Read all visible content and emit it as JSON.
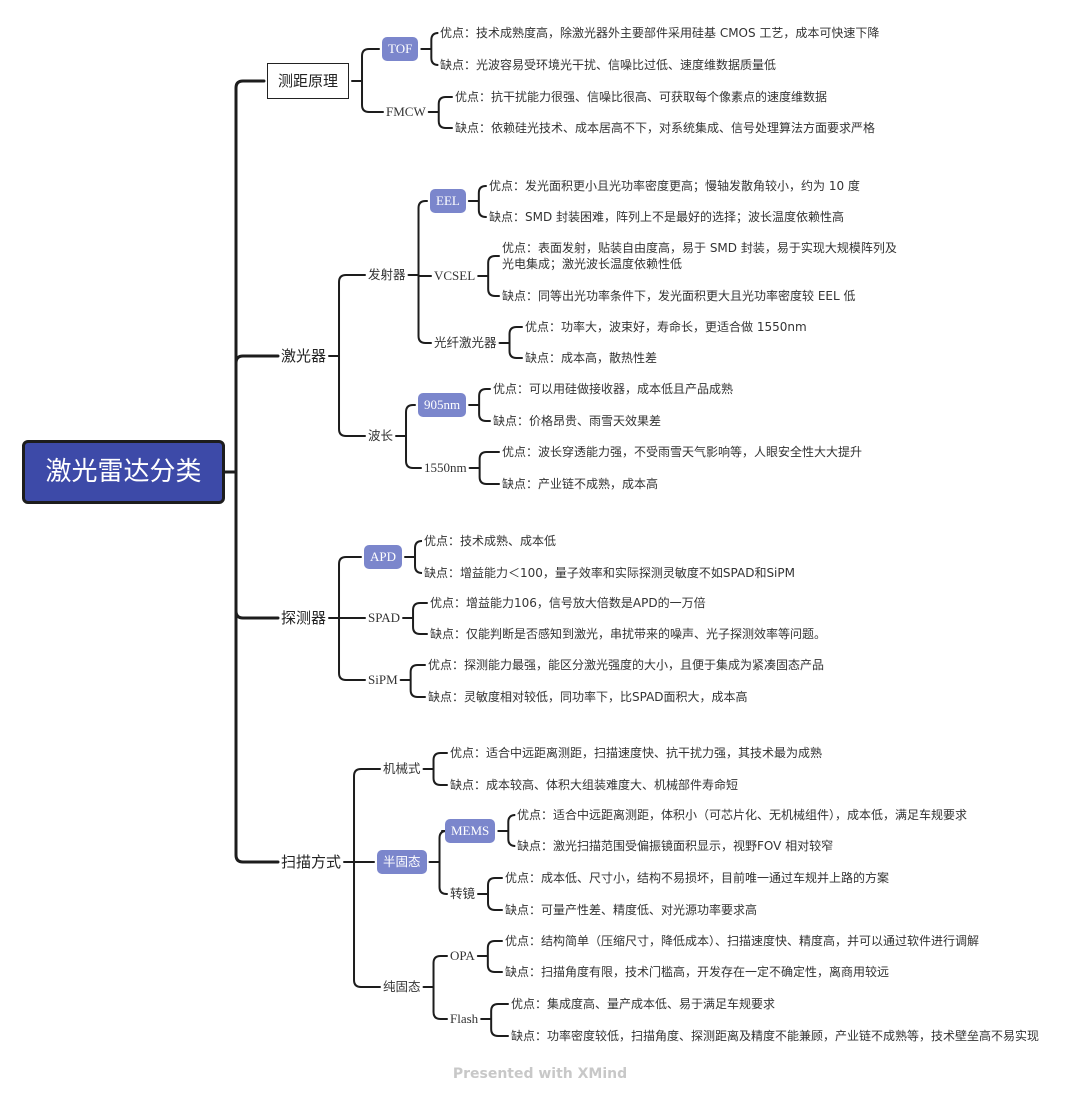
{
  "root": "激光雷达分类",
  "branches": [
    {
      "label": "测距原理",
      "children": [
        {
          "label": "TOF",
          "pro": "优点：技术成熟度高，除激光器外主要部件采用硅基 CMOS 工艺，成本可快速下降",
          "con": "缺点：光波容易受环境光干扰、信噪比过低、速度维数据质量低"
        },
        {
          "label": "FMCW",
          "pro": "优点：抗干扰能力很强、信噪比很高、可获取每个像素点的速度维数据",
          "con": "缺点：依赖硅光技术、成本居高不下，对系统集成、信号处理算法方面要求严格"
        }
      ]
    },
    {
      "label": "激光器",
      "children": [
        {
          "label": "发射器",
          "children": [
            {
              "label": "EEL",
              "pro": "优点：发光面积更小且光功率密度更高；慢轴发散角较小，约为 10 度",
              "con": "缺点：SMD 封装困难，阵列上不是最好的选择；波长温度依赖性高"
            },
            {
              "label": "VCSEL",
              "pro": "优点：表面发射，贴装自由度高，易于 SMD 封装，易于实现大规模阵列及光电集成；激光波长温度依赖性低",
              "con": "缺点：同等出光功率条件下，发光面积更大且光功率密度较 EEL 低"
            },
            {
              "label": "光纤激光器",
              "pro": "优点：功率大，波束好，寿命长，更适合做 1550nm",
              "con": "缺点：成本高，散热性差"
            }
          ]
        },
        {
          "label": "波长",
          "children": [
            {
              "label": "905nm",
              "pro": "优点：可以用硅做接收器，成本低且产品成熟",
              "con": "缺点：价格昂贵、雨雪天效果差"
            },
            {
              "label": "1550nm",
              "pro": "优点：波长穿透能力强，不受雨雪天气影响等，人眼安全性大大提升",
              "con": "缺点：产业链不成熟，成本高"
            }
          ]
        }
      ]
    },
    {
      "label": "探测器",
      "children": [
        {
          "label": "APD",
          "pro": "优点：技术成熟、成本低",
          "con": "缺点：增益能力＜100，量子效率和实际探测灵敏度不如SPAD和SiPM"
        },
        {
          "label": "SPAD",
          "pro": "优点：增益能力106，信号放大倍数是APD的一万倍",
          "con": "缺点：仅能判断是否感知到激光，串扰带来的噪声、光子探测效率等问题。"
        },
        {
          "label": "SiPM",
          "pro": "优点：探测能力最强，能区分激光强度的大小，且便于集成为紧凑固态产品",
          "con": "缺点：灵敏度相对较低，同功率下，比SPAD面积大，成本高"
        }
      ]
    },
    {
      "label": "扫描方式",
      "children": [
        {
          "label": "机械式",
          "pro": "优点：适合中远距离测距，扫描速度快、抗干扰力强，其技术最为成熟",
          "con": "缺点：成本较高、体积大组装难度大、机械部件寿命短"
        },
        {
          "label": "半固态",
          "children": [
            {
              "label": "MEMS",
              "pro": "优点：适合中远距离测距，体积小（可芯片化、无机械组件），成本低，满足车规要求",
              "con": "缺点：激光扫描范围受偏振镜面积显示，视野FOV 相对较窄"
            },
            {
              "label": "转镜",
              "pro": "优点：成本低、尺寸小，结构不易损坏，目前唯一通过车规并上路的方案",
              "con": "缺点：可量产性差、精度低、对光源功率要求高"
            }
          ]
        },
        {
          "label": "纯固态",
          "children": [
            {
              "label": "OPA",
              "pro": "优点：结构简单（压缩尺寸，降低成本）、扫描速度快、精度高，并可以通过软件进行调解",
              "con": "缺点：扫描角度有限，技术门槛高，开发存在一定不确定性，离商用较远"
            },
            {
              "label": "Flash",
              "pro": "优点：集成度高、量产成本低、易于满足车规要求",
              "con": "缺点：功率密度较低，扫描角度、探测距离及精度不能兼顾，产业链不成熟等，技术壁垒高不易实现"
            }
          ]
        }
      ]
    }
  ],
  "watermark": "Presented with XMind",
  "colors": {
    "root": "#3D4AA8",
    "pill": "#7B86CC",
    "line": "#1d1d1d"
  }
}
